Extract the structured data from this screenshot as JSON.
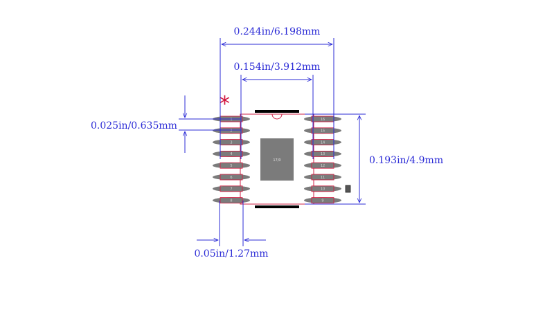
{
  "dimensions": {
    "overall_width": "0.244in/6.198mm",
    "body_width": "0.154in/3.912mm",
    "pitch": "0.025in/0.635mm",
    "body_length": "0.193in/4.9mm",
    "pad_width": "0.05in/1.27mm"
  },
  "pin1_marker": "*",
  "thermal_pad_label": "17/0",
  "left_pins": [
    "1",
    "2",
    "3",
    "4",
    "5",
    "6",
    "7",
    "8"
  ],
  "right_pins": [
    "16",
    "15",
    "14",
    "13",
    "12",
    "11",
    "10",
    "9"
  ],
  "colors": {
    "dimension": "#2b2bd6",
    "outline": "#cc2244",
    "pad": "#7b7b7b",
    "silkscreen": "#000000",
    "marker": "#d0103a"
  }
}
